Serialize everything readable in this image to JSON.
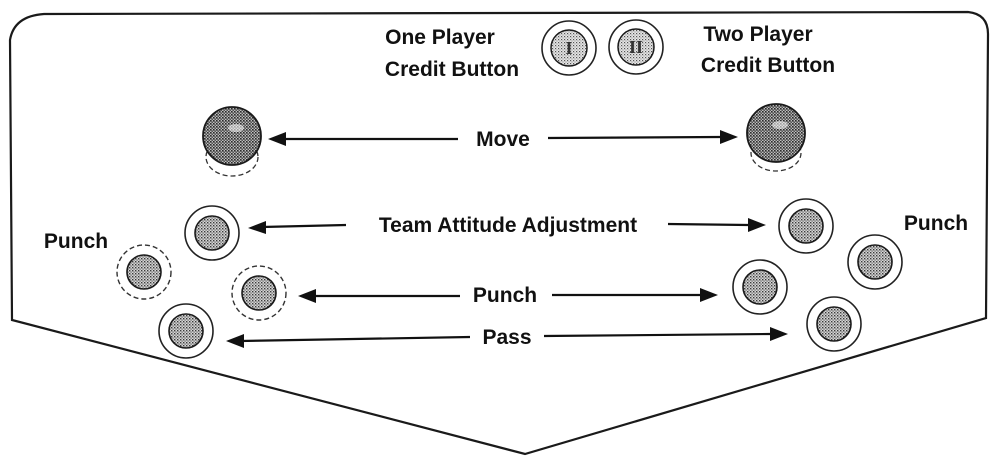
{
  "credit": {
    "one_player_line1": "One Player",
    "one_player_line2": "Credit Button",
    "two_player_line1": "Two Player",
    "two_player_line2": "Credit Button",
    "one_player_glyph": "I",
    "two_player_glyph": "II"
  },
  "controls": {
    "move": "Move",
    "team_attitude": "Team Attitude Adjustment",
    "punch_center": "Punch",
    "pass": "Pass",
    "punch_left": "Punch",
    "punch_right": "Punch"
  },
  "colors": {
    "ink": "#111111",
    "panel": "#ffffff",
    "button_fill": "#9a9a9a"
  }
}
